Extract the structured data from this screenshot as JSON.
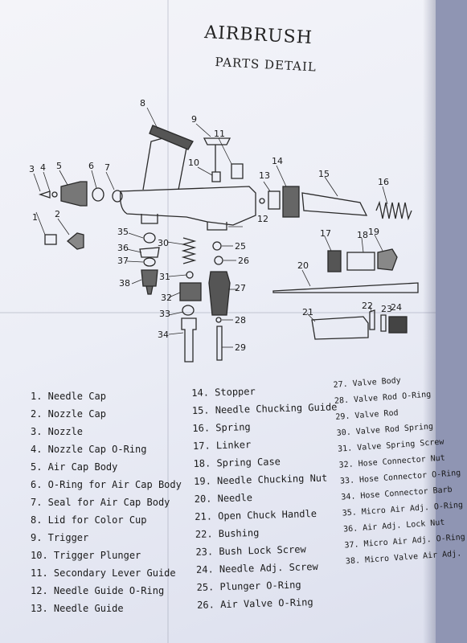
{
  "header": {
    "title": "AIRBRUSH",
    "subtitle": "PARTS DETAIL"
  },
  "callouts": [
    "1",
    "2",
    "3",
    "4",
    "5",
    "6",
    "7",
    "8",
    "9",
    "10",
    "11",
    "12",
    "13",
    "14",
    "15",
    "16",
    "17",
    "18",
    "19",
    "20",
    "21",
    "22",
    "23",
    "24",
    "25",
    "26",
    "27",
    "28",
    "29",
    "30",
    "31",
    "32",
    "33",
    "34",
    "35",
    "36",
    "37",
    "38"
  ],
  "parts_list": {
    "column1": [
      "1. Needle Cap",
      "2. Nozzle Cap",
      "3. Nozzle",
      "4. Nozzle Cap O-Ring",
      "5. Air Cap Body",
      "6. O-Ring for Air Cap Body",
      "7. Seal for Air Cap Body",
      "8. Lid for Color Cup",
      "9. Trigger",
      "10. Trigger Plunger",
      "11. Secondary Lever Guide",
      "12. Needle Guide O-Ring",
      "13. Needle Guide"
    ],
    "column2": [
      "14. Stopper",
      "15. Needle Chucking Guide",
      "16. Spring",
      "17. Linker",
      "18. Spring Case",
      "19. Needle Chucking Nut",
      "20. Needle",
      "21. Open Chuck Handle",
      "22. Bushing",
      "23. Bush Lock Screw",
      "24. Needle Adj. Screw",
      "25. Plunger O-Ring",
      "26. Air Valve O-Ring"
    ],
    "column3": [
      "27. Valve Body",
      "28. Valve Rod O-Ring",
      "29. Valve Rod",
      "30. Valve Rod Spring",
      "31. Valve Spring Screw",
      "32. Hose Connector Nut",
      "33. Hose Connector O-Ring",
      "34. Hose Connector Barb",
      "35. Micro Air Adj. O-Ring",
      "36. Air Adj. Lock Nut",
      "37. Micro Air Adj. O-Ring",
      "38. Micro Valve Air Adj."
    ]
  }
}
